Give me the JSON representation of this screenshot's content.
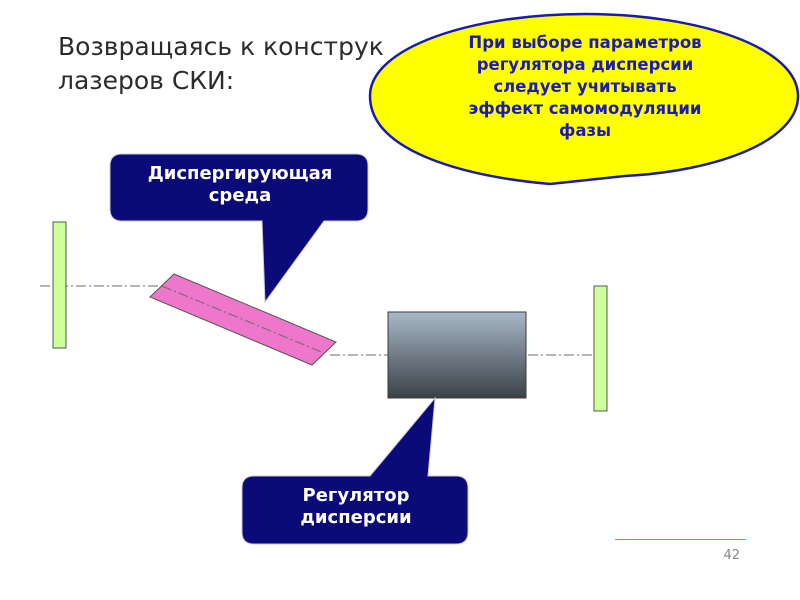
{
  "title": {
    "line1": "Возвращаясь к конструк",
    "line2": "лазеров СКИ:"
  },
  "callouts": {
    "dispersive_medium": {
      "line1": "Диспергирующая",
      "line2": "среда"
    },
    "dispersion_regulator": {
      "line1": "Регулятор",
      "line2": "дисперсии"
    }
  },
  "speech_bubble": {
    "line1": "При выборе параметров",
    "line2": "регулятора дисперсии",
    "line3": "следует учитывать",
    "line4": "эффект самомодуляции",
    "line5": "фазы"
  },
  "page_number": "42",
  "colors": {
    "callout_fill": "#0a0a78",
    "bubble_fill": "#ffff00",
    "bubble_border": "#1b1bb0",
    "mirror_fill": "#ccff99",
    "crystal_fill": "#ee77cc",
    "regulator_top": "#a9b8c7",
    "regulator_bottom": "#3a4048"
  }
}
